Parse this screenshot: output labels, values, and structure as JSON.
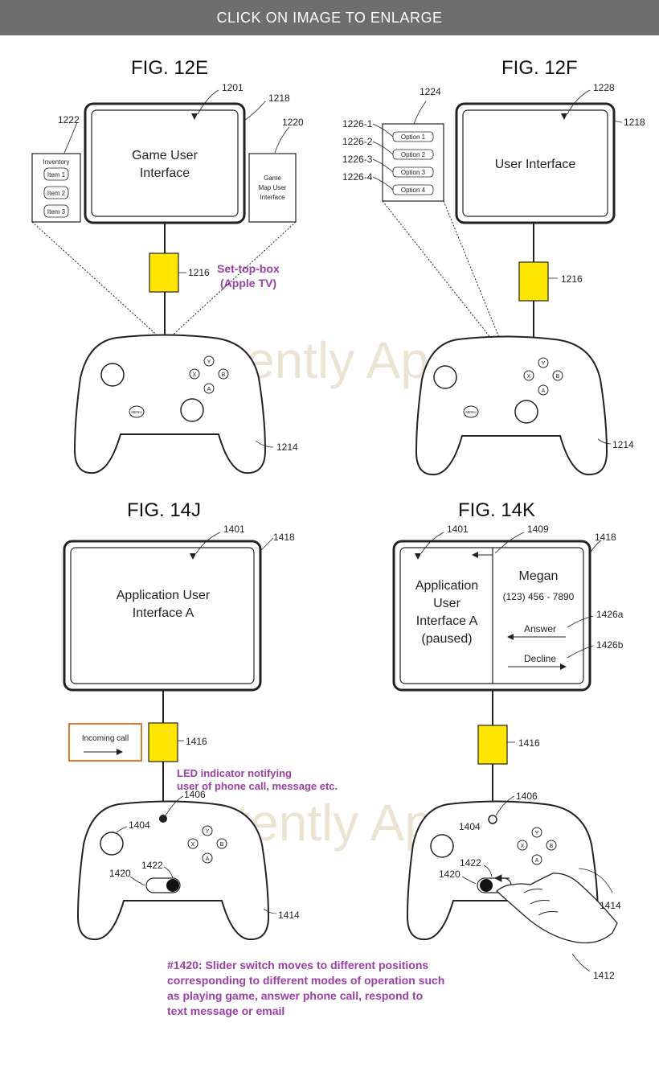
{
  "banner": {
    "text": "CLICK ON IMAGE TO ENLARGE"
  },
  "watermark": "Patently Apple",
  "fig12e": {
    "title": "FIG. 12E",
    "screen_text": [
      "Game User",
      "Interface"
    ],
    "inventory": {
      "title": "Inventory",
      "items": [
        "Item 1",
        "Item 2",
        "Item 3"
      ]
    },
    "map_text": [
      "Game",
      "Map User",
      "Interface"
    ],
    "refs": {
      "screen": "1201",
      "frame": "1218",
      "inventory": "1222",
      "map": "1220",
      "box": "1216",
      "controller": "1214"
    },
    "set_top_box": [
      "Set-top-box",
      "(Apple TV)"
    ]
  },
  "fig12f": {
    "title": "FIG. 12F",
    "screen_text": "User Interface",
    "options": [
      "Option 1",
      "Option 2",
      "Option 3",
      "Option 4"
    ],
    "option_refs": [
      "1226-1",
      "1226-2",
      "1226-3",
      "1226-4"
    ],
    "refs": {
      "menu": "1224",
      "screen": "1228",
      "frame": "1218",
      "box": "1216",
      "controller": "1214"
    }
  },
  "fig14j": {
    "title": "FIG. 14J",
    "screen_text": [
      "Application User",
      "Interface A"
    ],
    "incoming_call": "Incoming call",
    "led_note": [
      "LED indicator notifying",
      "user of phone call, message etc."
    ],
    "refs": {
      "screen": "1401",
      "frame": "1418",
      "box": "1416",
      "led": "1406",
      "stick": "1404",
      "slider": "1420",
      "knob": "1422",
      "controller": "1414"
    }
  },
  "fig14k": {
    "title": "FIG. 14K",
    "left_text": [
      "Application",
      "User",
      "Interface A",
      "(paused)"
    ],
    "caller_name": "Megan",
    "caller_number": "(123) 456 - 7890",
    "answer": "Answer",
    "decline": "Decline",
    "refs": {
      "screen": "1401",
      "panel": "1409",
      "frame": "1418",
      "answer": "1426a",
      "decline": "1426b",
      "box": "1416",
      "led": "1406",
      "stick": "1404",
      "slider": "1420",
      "knob": "1422",
      "controller": "1414",
      "hand": "1412"
    }
  },
  "controller_buttons": {
    "y": "Y",
    "x": "X",
    "b": "B",
    "a": "A",
    "menu": "MENU"
  },
  "bottom_note": [
    "#1420: Slider switch moves to different positions",
    "corresponding to different modes of operation such",
    "as playing game, answer phone call, respond to",
    "text message or email"
  ],
  "colors": {
    "banner": "#6e6e6e",
    "settop": "#ffe600",
    "note": "#9b3fa6",
    "incoming_border": "#e07a2f"
  }
}
